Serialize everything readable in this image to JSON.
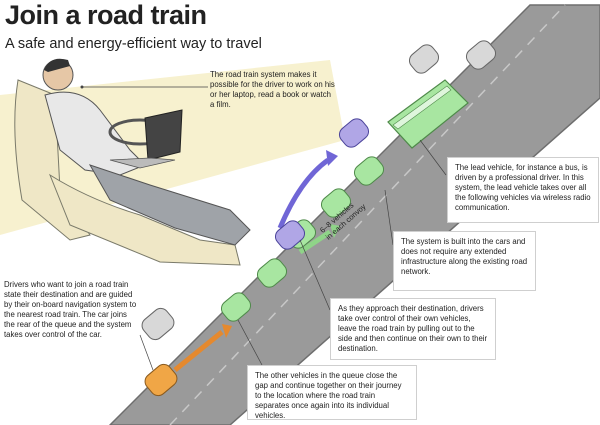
{
  "header": {
    "title": "Join a road train",
    "subtitle": "A safe and energy-efficient way to travel"
  },
  "road_label": {
    "line1": "6–8 vehicles",
    "line2": "in each convoy"
  },
  "callouts": {
    "driver": "The road train system makes it possible for the driver to work on his or her laptop, read a book or watch a film.",
    "lead": "The lead vehicle, for instance a bus, is driven by a professional driver. In this system, the lead vehicle takes over all the following vehicles via wireless radio communication.",
    "system": "The system is built into the cars and does not require any extended infrastructure along the existing road network.",
    "join": "Drivers who want to join a road train state their destination and are guided by their on-board navigation system to the nearest road train. The car joins the rear of the queue and the system takes over control of the car.",
    "approach": "As they approach their destination, drivers take over control of their own vehicles, leave the road train by pulling out to the side and then continue on their own to their destination.",
    "other": "The other vehicles in the queue close the gap and continue together on their journey to the location where the road train separates once again into its individual vehicles."
  },
  "colors": {
    "road": "#9a9a9a",
    "road_edge": "#6e6e6e",
    "convoy_car": "#a8e6a1",
    "joining_car": "#f0a646",
    "leaving_car": "#b0a6e6",
    "other_car": "#d8d8d8",
    "arrow_orange": "#e5892e",
    "arrow_green": "#8fd488",
    "arrow_purple": "#7066d6",
    "highlight": "#f7f1cf"
  },
  "icons": {
    "driver": "person-with-laptop-illustration",
    "bus": "bus-icon",
    "car": "car-icon"
  }
}
